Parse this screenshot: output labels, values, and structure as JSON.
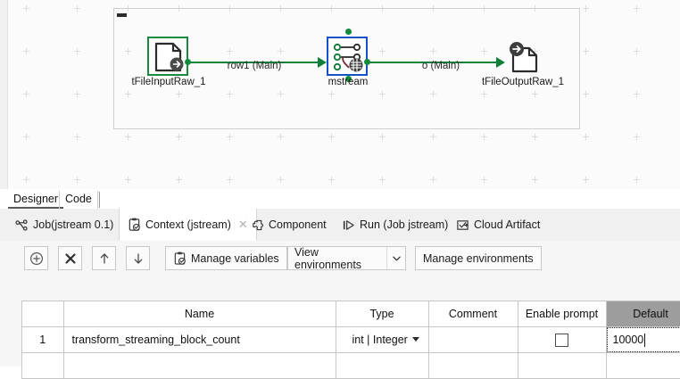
{
  "designer": {
    "subjob_collapse": "collapse-handle",
    "components": [
      {
        "id": "tFileInputRaw_1",
        "label": "tFileInputRaw_1",
        "icon": "file-input-raw-icon",
        "selected": true,
        "selection_color": "#1a8a3f"
      },
      {
        "id": "mstream",
        "label": "mstream",
        "icon": "mstream-icon",
        "selected": true,
        "selection_color": "#1452c8"
      },
      {
        "id": "tFileOutputRaw_1",
        "label": "tFileOutputRaw_1",
        "icon": "file-output-raw-icon",
        "selected": false,
        "selection_color": ""
      }
    ],
    "connections": [
      {
        "label": "row1 (Main)",
        "from": "tFileInputRaw_1",
        "to": "mstream",
        "color": "#11803a"
      },
      {
        "label": "o (Main)",
        "from": "mstream",
        "to": "tFileOutputRaw_1",
        "color": "#11803a"
      }
    ]
  },
  "view_tabs": {
    "items": [
      {
        "label": "Designer",
        "active": true
      },
      {
        "label": "Code",
        "active": false
      }
    ]
  },
  "panel_tabs": {
    "items": [
      {
        "label": "Job(jstream 0.1)",
        "icon": "job-icon",
        "active": false,
        "closable": false
      },
      {
        "label": "Context (jstream)",
        "icon": "context-icon",
        "active": true,
        "closable": true,
        "close_glyph": "✕"
      },
      {
        "label": "Component",
        "icon": "puzzle-icon",
        "active": false,
        "closable": false
      },
      {
        "label": "Run (Job jstream)",
        "icon": "run-icon",
        "active": false,
        "closable": false
      },
      {
        "label": "Cloud Artifact",
        "icon": "cloud-artifact-icon",
        "active": false,
        "closable": false
      }
    ]
  },
  "toolbar": {
    "add_label": "⊕",
    "delete_label": "✕",
    "move_up_label": "↑",
    "move_down_label": "↓",
    "manage_variables_label": "Manage variables",
    "manage_variables_icon": "clipboard-check-icon",
    "view_environments_value": "View environments",
    "view_environments_caret": "⌄",
    "manage_environments_label": "Manage environments"
  },
  "table": {
    "columns": [
      {
        "key": "num",
        "label": ""
      },
      {
        "key": "name",
        "label": "Name"
      },
      {
        "key": "type",
        "label": "Type"
      },
      {
        "key": "comment",
        "label": "Comment"
      },
      {
        "key": "prompt",
        "label": "Enable prompt"
      },
      {
        "key": "default",
        "label": "Default",
        "highlighted": true
      }
    ],
    "rows": [
      {
        "num": "1",
        "name": "transform_streaming_block_count",
        "type": "int | Integer",
        "comment": "",
        "prompt_checked": false,
        "default": "10000",
        "default_focused": true
      }
    ]
  },
  "colors": {
    "link_green": "#11803a",
    "component_selected_green": "#1a8a3f",
    "component_selected_blue": "#1452c8",
    "header_highlight_gray": "#9d9d9d",
    "canvas_bg": "#fbfbfb"
  }
}
